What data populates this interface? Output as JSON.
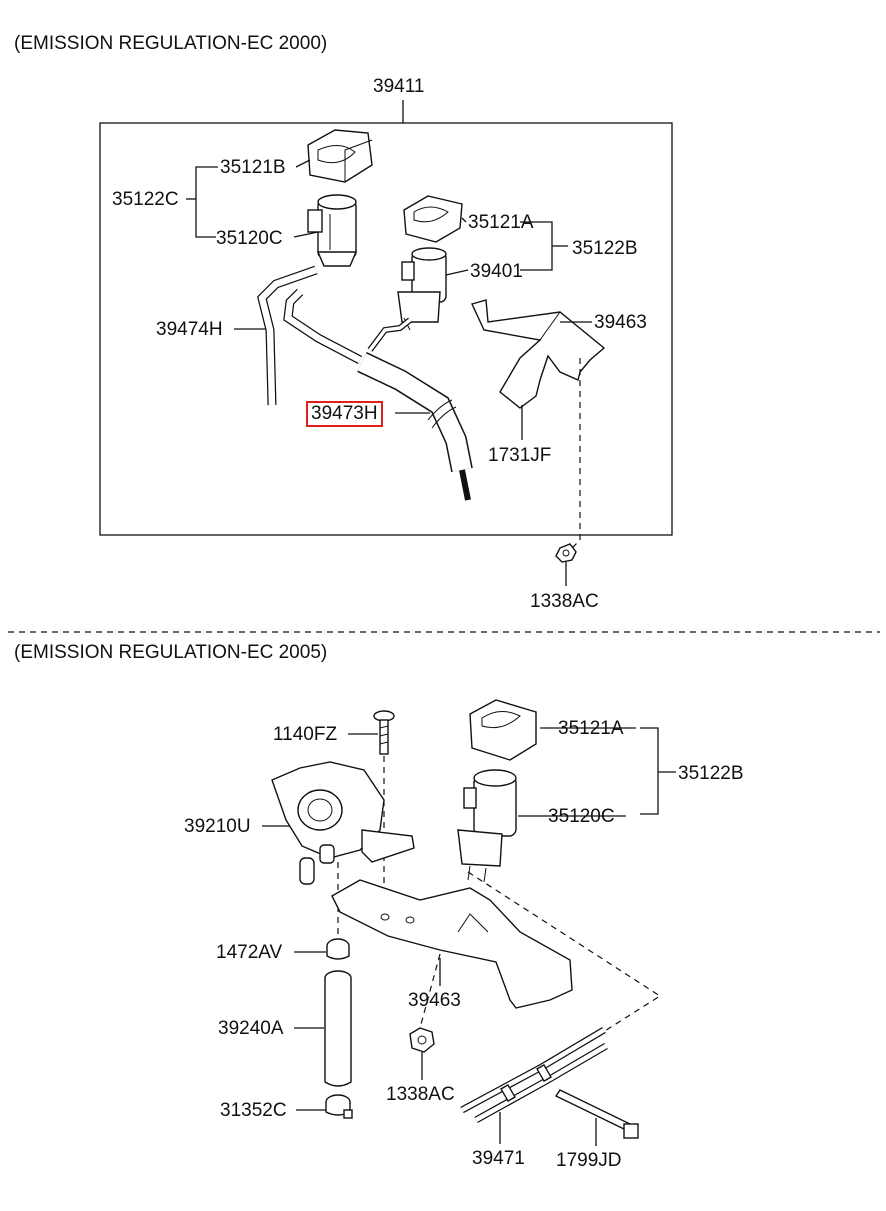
{
  "sections": [
    {
      "title": "(EMISSION REGULATION-EC 2000)"
    },
    {
      "title": "(EMISSION REGULATION-EC 2005)"
    }
  ],
  "top": {
    "labels": {
      "p39411": "39411",
      "p35121B": "35121B",
      "p35122C": "35122C",
      "p35120C": "35120C",
      "p35121A": "35121A",
      "p35122B": "35122B",
      "p39401": "39401",
      "p39463": "39463",
      "p39474H": "39474H",
      "p39473H": "39473H",
      "p1731JF": "1731JF",
      "p1338AC": "1338AC"
    },
    "highlighted": "39473H"
  },
  "bottom": {
    "labels": {
      "p1140FZ": "1140FZ",
      "p35121A": "35121A",
      "p35122B": "35122B",
      "p39210U": "39210U",
      "p35120C": "35120C",
      "p1472AV": "1472AV",
      "p39463": "39463",
      "p39240A": "39240A",
      "p1338AC": "1338AC",
      "p31352C": "31352C",
      "p39471": "39471",
      "p1799JD": "1799JD"
    }
  },
  "colors": {
    "highlight": "#e0201a",
    "ink": "#111111"
  }
}
